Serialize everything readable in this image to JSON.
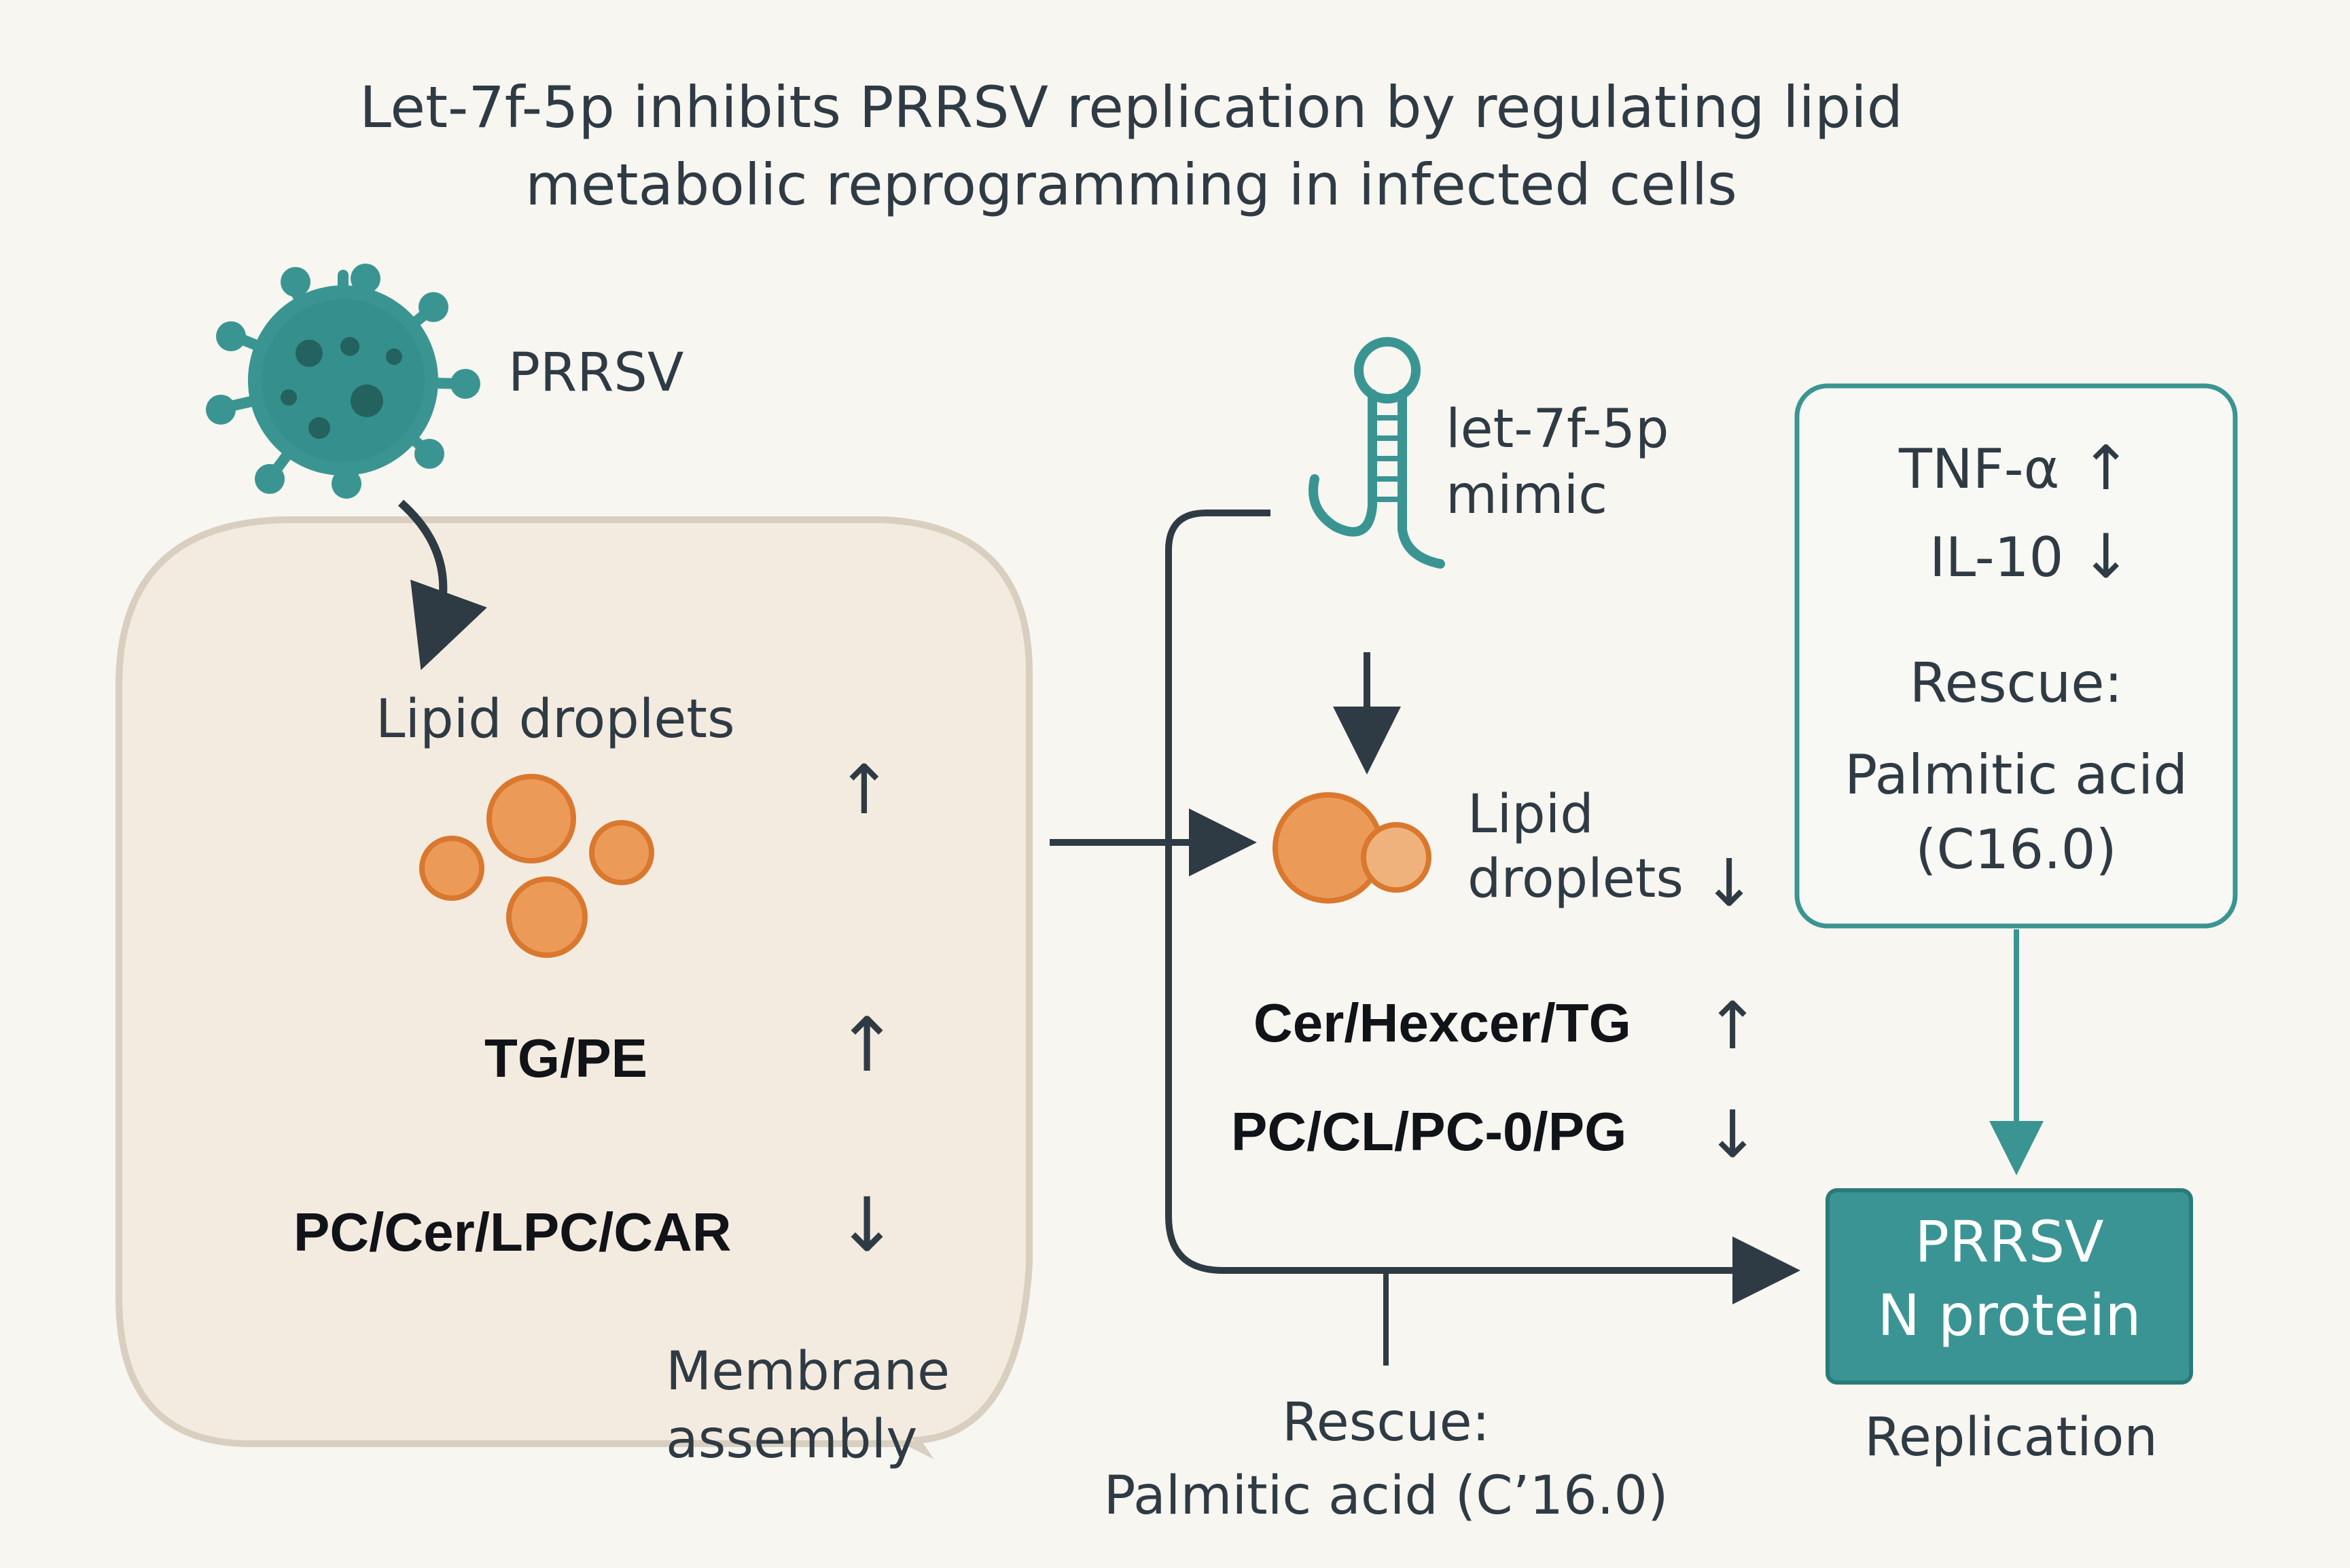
{
  "title": {
    "line1": "Let-7f-5p inhibits PRRSV replication by regulating lipid",
    "line2": "metabolic reprogramming in infected cells"
  },
  "virus": {
    "label": "PRRSV",
    "icon": "virus-icon"
  },
  "cell": {
    "lipid_droplets_label": "Lipid droplets",
    "lipid_droplets_trend": "↑",
    "tg_pe_label": "TG/PE",
    "tg_pe_trend": "↑",
    "pc_cer_label": "PC/Cer/LPC/CAR",
    "pc_cer_trend": "↓",
    "membrane_line1": "Membrane",
    "membrane_line2": "assembly"
  },
  "mimic": {
    "line1": "let-7f-5p",
    "line2": "mimic",
    "icon": "hairpin-rna-icon"
  },
  "treated": {
    "lipid_line1": "Lipid",
    "lipid_line2": "droplets",
    "lipid_trend": "↓",
    "cer_label": "Cer/Hexcer/TG",
    "cer_trend": "↑",
    "pc_label": "PC/CL/PC-0/PG",
    "pc_trend": "↓"
  },
  "cytokine_box": {
    "tnf_label": "TNF-α",
    "tnf_trend": "↑",
    "il10_label": "IL-10",
    "il10_trend": "↓",
    "rescue_label": "Rescue:",
    "palmitic_label": "Palmitic acid",
    "c16_label": "(C16.0)"
  },
  "bottom_rescue": {
    "line1": "Rescue:",
    "line2": "Palmitic acid (C’16.0)"
  },
  "n_protein": {
    "line1": "PRRSV",
    "line2": "N protein",
    "caption": "Replication"
  },
  "colors": {
    "teal": "#3a9592",
    "dark_line": "#2f3b44",
    "cell_fill": "#f4ebe0",
    "cell_stroke": "#d9cfc0",
    "droplet_fill": "#ec9a58",
    "droplet_stroke": "#d9782e",
    "nbox_fill": "#3b9494"
  }
}
